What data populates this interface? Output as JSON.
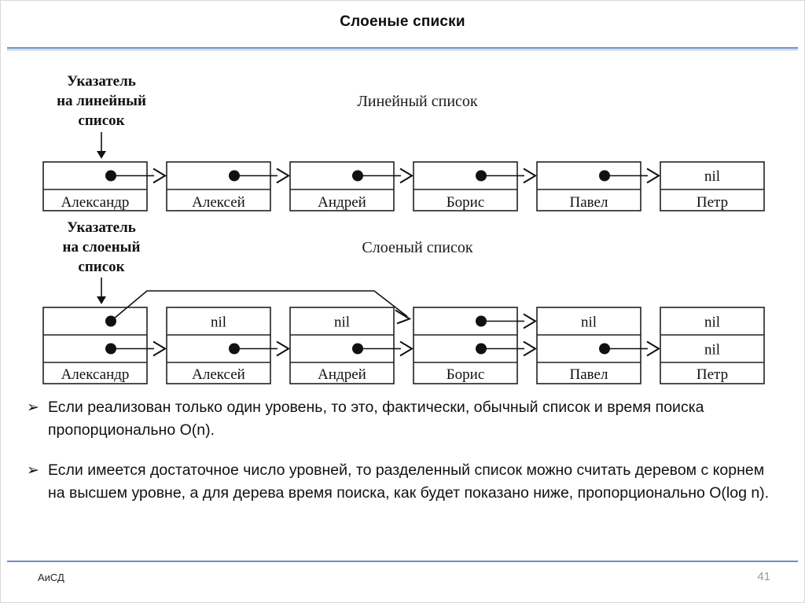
{
  "slide": {
    "title": "Слоеные списки",
    "accent_color": "#6a8fc0",
    "text_color": "#111111",
    "background": "#ffffff"
  },
  "diagram": {
    "linear": {
      "heading": "Линейный список",
      "pointer_label_lines": [
        "Указатель",
        "на линейный",
        "список"
      ],
      "nil_text": "nil",
      "nodes": [
        {
          "name": "Александр",
          "top": "pointer"
        },
        {
          "name": "Алексей",
          "top": "pointer"
        },
        {
          "name": "Андрей",
          "top": "pointer"
        },
        {
          "name": "Борис",
          "top": "pointer"
        },
        {
          "name": "Павел",
          "top": "pointer"
        },
        {
          "name": "Петр",
          "top": "nil"
        }
      ]
    },
    "layered": {
      "heading": "Слоеный список",
      "pointer_label_lines": [
        "Указатель",
        "на слоеный",
        "список"
      ],
      "nil_text": "nil",
      "nodes": [
        {
          "name": "Александр",
          "level2": "pointer",
          "level1": "pointer"
        },
        {
          "name": "Алексей",
          "level2": "nil",
          "level1": "pointer"
        },
        {
          "name": "Андрей",
          "level2": "nil",
          "level1": "pointer"
        },
        {
          "name": "Борис",
          "level2": "pointer",
          "level1": "pointer"
        },
        {
          "name": "Павел",
          "level2": "nil",
          "level1": "pointer"
        },
        {
          "name": "Петр",
          "level2": "nil",
          "level1": "nil"
        }
      ],
      "skip_link": {
        "from": "Александр",
        "to": "Борис"
      }
    }
  },
  "bullets": {
    "marker": "➢",
    "items": [
      "Если реализован только один уровень, то это, фактически, обычный список и время поиска пропорционально O(n).",
      "Если имеется достаточное число уровней, то разделенный список можно считать деревом с корнем на высшем уровне, а для дерева время поиска, как будет показано ниже, пропорционально O(log n)."
    ]
  },
  "footer": {
    "course": "АиСД",
    "page_number": "41"
  }
}
